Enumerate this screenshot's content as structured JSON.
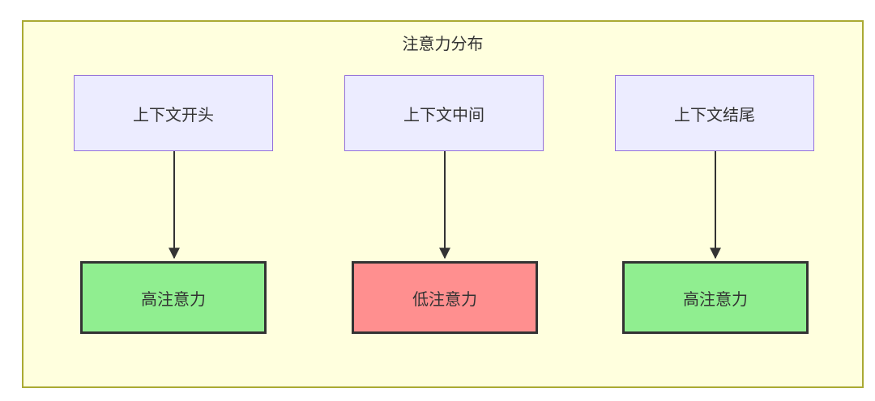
{
  "diagram": {
    "title": "注意力分布",
    "subgraph": {
      "fill": "#ffffde",
      "stroke": "#aaaa33"
    },
    "top_nodes": [
      {
        "id": "context-start",
        "label": "上下文开头",
        "fill": "#ECECFF",
        "stroke": "#9370DB"
      },
      {
        "id": "context-middle",
        "label": "上下文中间",
        "fill": "#ECECFF",
        "stroke": "#9370DB"
      },
      {
        "id": "context-end",
        "label": "上下文结尾",
        "fill": "#ECECFF",
        "stroke": "#9370DB"
      }
    ],
    "bottom_nodes": [
      {
        "id": "high-attention-left",
        "label": "高注意力",
        "fill": "#90EE90",
        "stroke": "#333333"
      },
      {
        "id": "low-attention-middle",
        "label": "低注意力",
        "fill": "#FF8F8F",
        "stroke": "#333333"
      },
      {
        "id": "high-attention-right",
        "label": "高注意力",
        "fill": "#90EE90",
        "stroke": "#333333"
      }
    ],
    "edges": [
      {
        "from": "context-start",
        "to": "high-attention-left"
      },
      {
        "from": "context-middle",
        "to": "low-attention-middle"
      },
      {
        "from": "context-end",
        "to": "high-attention-right"
      }
    ],
    "edge_color": "#333333",
    "text_color": "#333333"
  }
}
